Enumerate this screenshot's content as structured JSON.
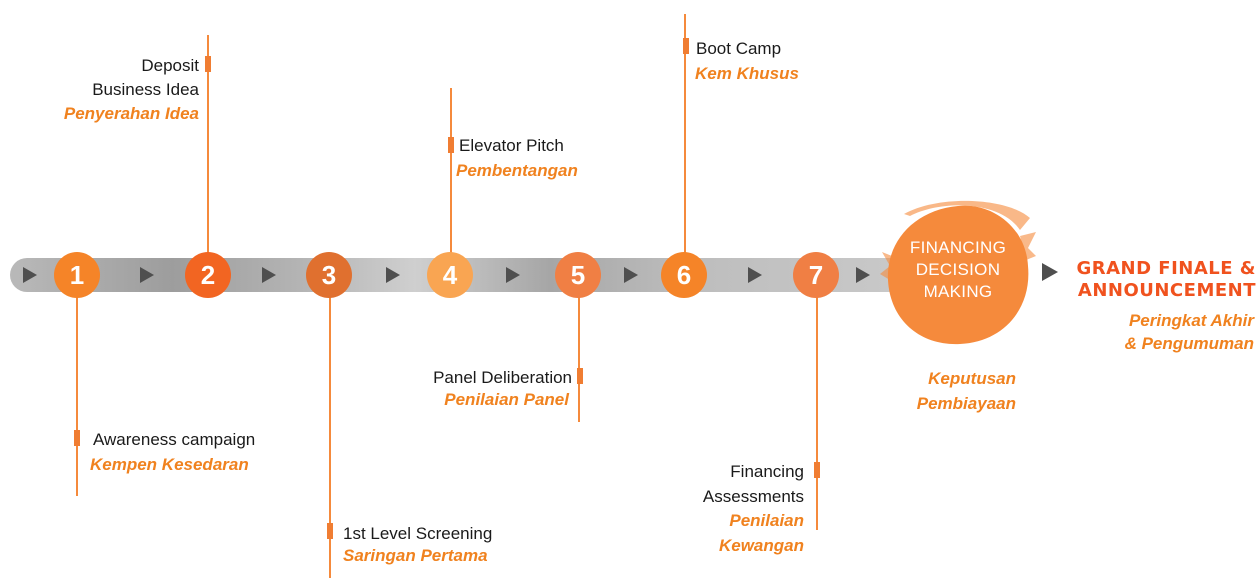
{
  "steps": [
    {
      "num": "1",
      "color": "#f58428"
    },
    {
      "num": "2",
      "color": "#f26522"
    },
    {
      "num": "3",
      "color": "#e0702f"
    },
    {
      "num": "4",
      "color": "#f9a552"
    },
    {
      "num": "5",
      "color": "#f07f44"
    },
    {
      "num": "6",
      "color": "#f58428"
    },
    {
      "num": "7",
      "color": "#f07f44"
    }
  ],
  "milestones": {
    "awareness": {
      "en": "Awareness campaign",
      "my": "Kempen Kesedaran"
    },
    "deposit": {
      "en_line1": "Deposit",
      "en_line2": "Business Idea",
      "my": "Penyerahan Idea"
    },
    "screening": {
      "en": "1st Level Screening",
      "my": "Saringan Pertama"
    },
    "pitch": {
      "en": "Elevator Pitch",
      "my": "Pembentangan"
    },
    "panel": {
      "en": "Panel Deliberation",
      "my": "Penilaian Panel"
    },
    "bootcamp": {
      "en": "Boot Camp",
      "my": "Kem Khusus"
    },
    "assessment": {
      "en_line1": "Financing",
      "en_line2": "Assessments",
      "my_line1": "Penilaian",
      "my_line2": "Kewangan"
    }
  },
  "decision": {
    "line1": "FINANCING",
    "line2": "DECISION",
    "line3": "MAKING",
    "my_line1": "Keputusan",
    "my_line2": "Pembiayaan"
  },
  "finale": {
    "line1": "GRAND FINALE &",
    "line2": "ANNOUNCEMENT",
    "my_line1": "Peringkat Akhir",
    "my_line2": "& Pengumuman"
  },
  "colors": {
    "accent": "#f58428",
    "finale": "#f0521e",
    "arrow": "#4f4f4f",
    "track": "#b5b5b5"
  }
}
